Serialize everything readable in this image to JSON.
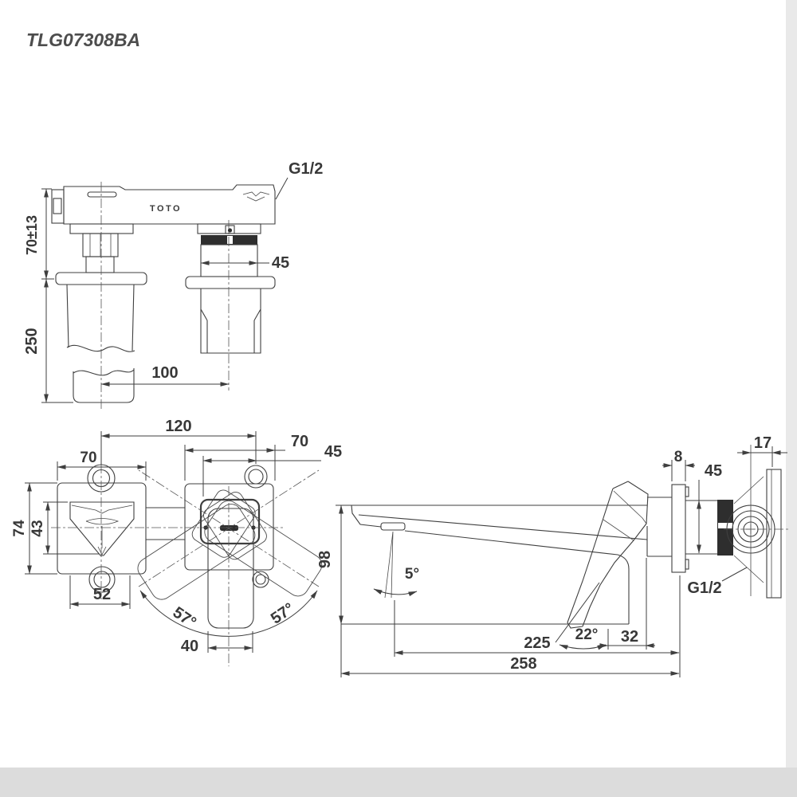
{
  "title": "TLG07308BA",
  "colors": {
    "line": "#3f3f3f",
    "text": "#383838",
    "background": "#ffffff",
    "dark_band": "#2e2e2e"
  },
  "top_view": {
    "brand_label": "TOTO",
    "thread_label": "G1/2",
    "dim_wall_depth": "70±13",
    "dim_pipe_length": "250",
    "dim_valve_width": "45",
    "dim_center_spacing": "100"
  },
  "front_view": {
    "dim_centers": "120",
    "dim_spout_plate_width": "70",
    "dim_handle_plate_width": "70",
    "dim_handle_width": "45",
    "dim_plate_height": "74",
    "dim_spout_height": "43",
    "dim_spout_width": "52",
    "dim_lever_width": "40",
    "angle_swing_left": "57°",
    "angle_swing_right": "57°"
  },
  "side_view": {
    "dim_wall_fitting": "17",
    "dim_flange_thickness": "8",
    "dim_trim_height": "45",
    "dim_spout_height": "98",
    "angle_water_stream": "5°",
    "angle_lever_travel": "22°",
    "dim_lever_offset": "32",
    "dim_spout_reach": "225",
    "dim_total_length": "258",
    "thread_label": "G1/2"
  }
}
